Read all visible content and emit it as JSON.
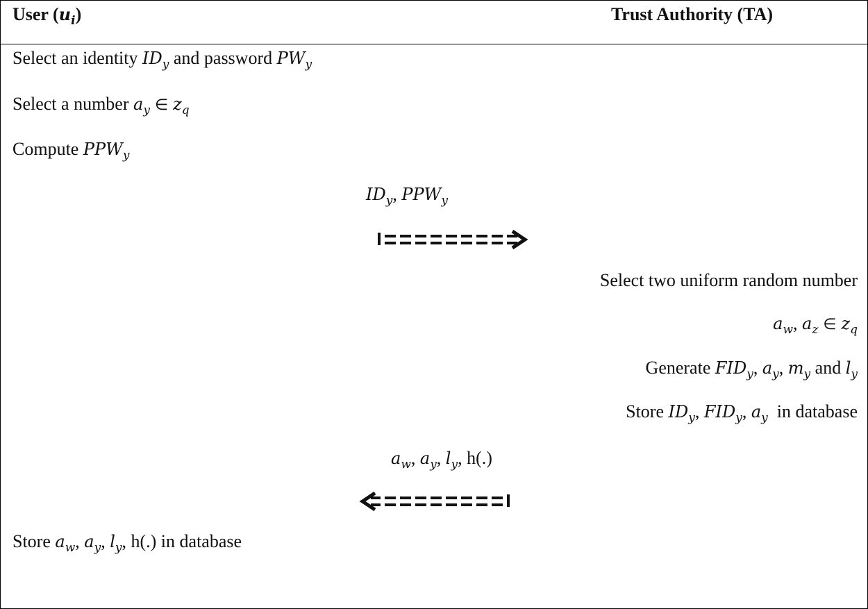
{
  "header": {
    "user_label": "User (",
    "user_var": "u",
    "user_sub": "i",
    "user_close": ")",
    "ta_label": "Trust Authority (TA)"
  },
  "steps": {
    "s1_text_a": "Select an identity ",
    "s1_var_a": "ID",
    "s1_sub_a": "y",
    "s1_text_b": " and password ",
    "s1_var_b": "PW",
    "s1_sub_b": "y",
    "s2_text": "Select a number ",
    "s2_var": "a",
    "s2_sub": "y",
    "s2_elem": " ∈ ",
    "s2_set": "z",
    "s2_set_sub": "q",
    "s3_text": "Compute ",
    "s3_var": "PPW",
    "s3_sub": "y"
  },
  "msg1": {
    "var_a": "ID",
    "sub_a": "y",
    "sep": ", ",
    "var_b": "PPW",
    "sub_b": "y"
  },
  "ta": {
    "t1_text": "Select two uniform random number",
    "t2_var_a": "a",
    "t2_sub_a": "w",
    "t2_sep": ", ",
    "t2_var_b": "a",
    "t2_sub_b": "z",
    "t2_elem": " ∈ ",
    "t2_set": "z",
    "t2_set_sub": "q",
    "t3_text": "Generate ",
    "t3_var_a": "FID",
    "t3_sub_a": "y",
    "t3_sep1": ", ",
    "t3_var_b": "a",
    "t3_sub_b": "y",
    "t3_sep2": ", ",
    "t3_var_c": "m",
    "t3_sub_c": "y",
    "t3_and": " and ",
    "t3_var_d": "l",
    "t3_sub_d": "y",
    "t4_text": "Store ",
    "t4_var_a": "ID",
    "t4_sub_a": "y",
    "t4_sep1": ", ",
    "t4_var_b": "FID",
    "t4_sub_b": "y",
    "t4_sep2": ", ",
    "t4_var_c": "a",
    "t4_sub_c": "y",
    "t4_tail": "  in database"
  },
  "msg2": {
    "var_a": "a",
    "sub_a": "w",
    "sep1": ", ",
    "var_b": "a",
    "sub_b": "y",
    "sep2": ", ",
    "var_c": "l",
    "sub_c": "y",
    "sep3": ", ",
    "hash": "h(.)"
  },
  "final": {
    "text": "Store ",
    "var_a": "a",
    "sub_a": "w",
    "sep1": ", ",
    "var_b": "a",
    "sub_b": "y",
    "sep2": ", ",
    "var_c": "l",
    "sub_c": "y",
    "sep3": ", ",
    "tail": "h(.) in database"
  }
}
